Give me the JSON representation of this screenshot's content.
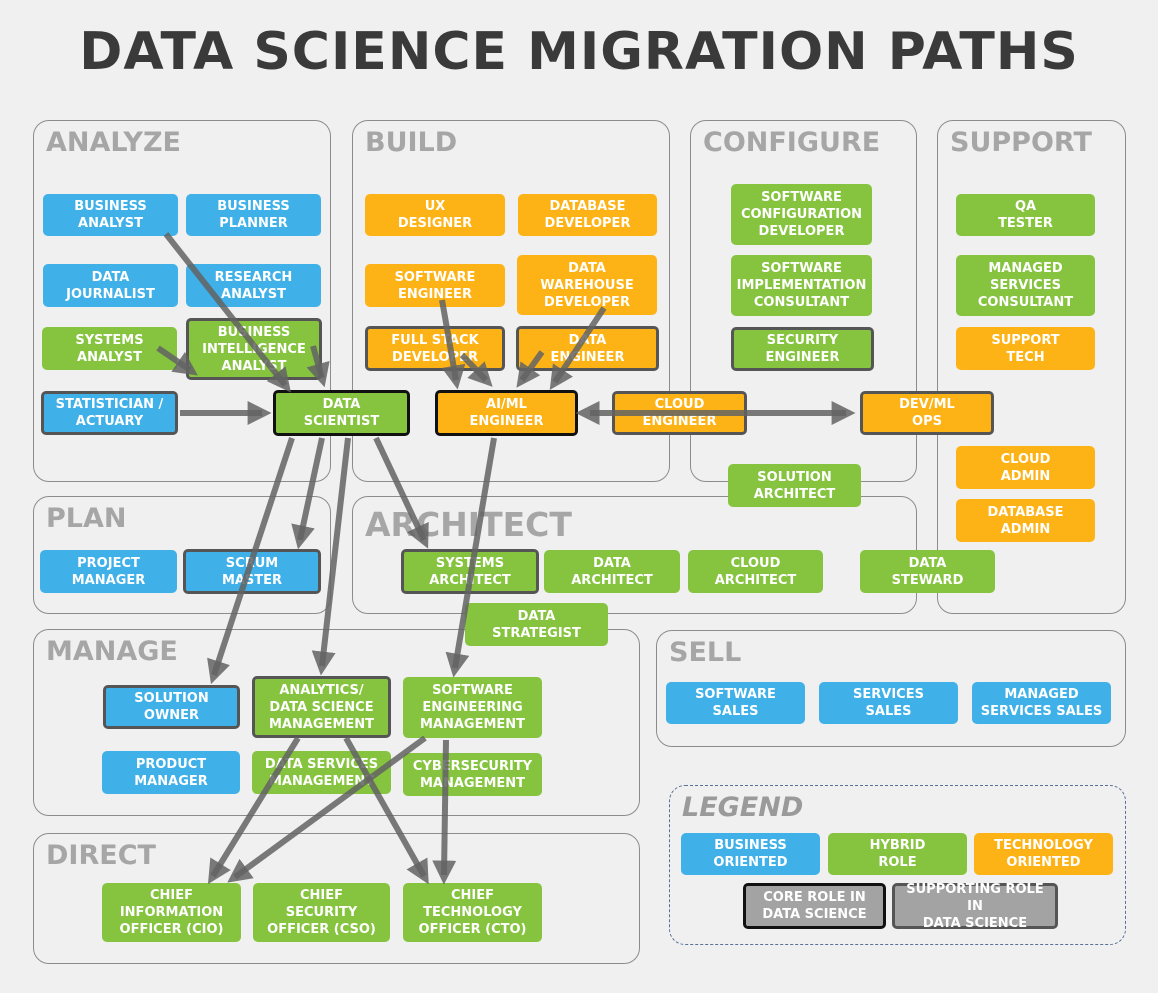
{
  "title": "DATA SCIENCE MIGRATION PATHS",
  "sections": {
    "analyze": "ANALYZE",
    "build": "BUILD",
    "configure": "CONFIGURE",
    "support": "SUPPORT",
    "plan": "PLAN",
    "architect": "ARCHITECT",
    "manage": "MANAGE",
    "sell": "SELL",
    "direct": "DIRECT",
    "legend": "LEGEND"
  },
  "roles": {
    "business_analyst": "BUSINESS\nANALYST",
    "business_planner": "BUSINESS\nPLANNER",
    "data_journalist": "DATA\nJOURNALIST",
    "research_analyst": "RESEARCH\nANALYST",
    "systems_analyst": "SYSTEMS\nANALYST",
    "bi_analyst": "BUSINESS\nINTELLIGENCE\nANALYST",
    "statistician": "STATISTICIAN /\nACTUARY",
    "data_scientist": "DATA\nSCIENTIST",
    "ux_designer": "UX\nDESIGNER",
    "database_developer": "DATABASE\nDEVELOPER",
    "software_engineer": "SOFTWARE\nENGINEER",
    "data_warehouse_developer": "DATA\nWAREHOUSE\nDEVELOPER",
    "full_stack_developer": "FULL STACK\nDEVELOPER",
    "data_engineer": "DATA\nENGINEER",
    "aiml_engineer": "AI/ML\nENGINEER",
    "cloud_engineer": "CLOUD\nENGINEER",
    "sw_config_developer": "SOFTWARE\nCONFIGURATION\nDEVELOPER",
    "sw_impl_consultant": "SOFTWARE\nIMPLEMENTATION\nCONSULTANT",
    "security_engineer": "SECURITY\nENGINEER",
    "devml_ops": "DEV/ML\nOPS",
    "solution_architect": "SOLUTION\nARCHITECT",
    "qa_tester": "QA\nTESTER",
    "managed_services_consultant": "MANAGED\nSERVICES\nCONSULTANT",
    "support_tech": "SUPPORT\nTECH",
    "cloud_admin": "CLOUD\nADMIN",
    "database_admin": "DATABASE\nADMIN",
    "project_manager": "PROJECT\nMANAGER",
    "scrum_master": "SCRUM\nMASTER",
    "systems_architect": "SYSTEMS\nARCHITECT",
    "data_architect": "DATA\nARCHITECT",
    "cloud_architect": "CLOUD\nARCHITECT",
    "data_steward": "DATA\nSTEWARD",
    "data_strategist": "DATA\nSTRATEGIST",
    "solution_owner": "SOLUTION\nOWNER",
    "analytics_ds_management": "ANALYTICS/\nDATA SCIENCE\nMANAGEMENT",
    "sw_eng_management": "SOFTWARE\nENGINEERING\nMANAGEMENT",
    "product_manager": "PRODUCT\nMANAGER",
    "data_services_management": "DATA SERVICES\nMANAGEMENT",
    "cybersecurity_management": "CYBERSECURITY\nMANAGEMENT",
    "software_sales": "SOFTWARE\nSALES",
    "services_sales": "SERVICES\nSALES",
    "managed_services_sales": "MANAGED\nSERVICES SALES",
    "cio": "CHIEF\nINFORMATION\nOFFICER (CIO)",
    "cso": "CHIEF\nSECURITY\nOFFICER (CSO)",
    "cto": "CHIEF\nTECHNOLOGY\nOFFICER (CTO)"
  },
  "legend": {
    "business": "BUSINESS\nORIENTED",
    "hybrid": "HYBRID\nROLE",
    "technology": "TECHNOLOGY\nORIENTED",
    "core": "CORE ROLE IN\nDATA SCIENCE",
    "supporting": "SUPPORTING ROLE IN\nDATA SCIENCE"
  },
  "colors": {
    "business": "#3fb0e8",
    "hybrid": "#86c440",
    "technology": "#fdb316",
    "arrow": "#636363"
  }
}
